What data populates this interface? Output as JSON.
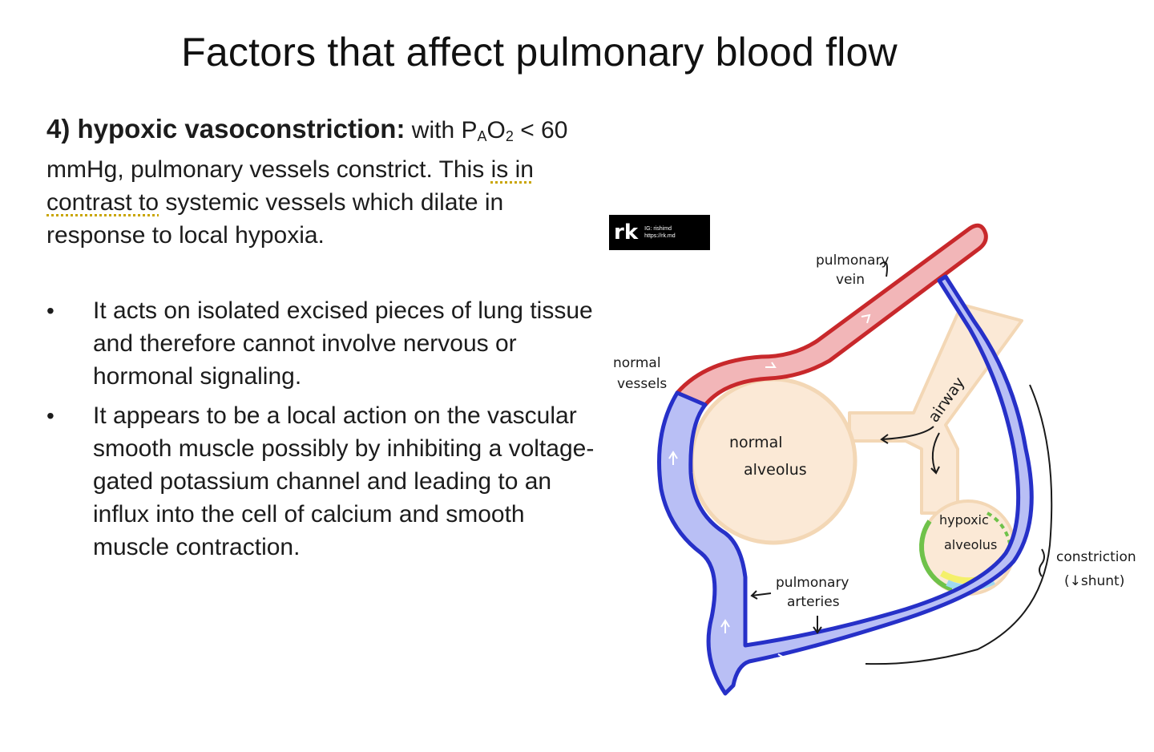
{
  "slide": {
    "title": "Factors that affect pulmonary blood flow",
    "lead": {
      "heading": "4) hypoxic vasoconstriction:",
      "part1": "with P",
      "sub_a": "A",
      "part2": "O",
      "sub_2": "2",
      "part3": " < 60 mmHg, pulmonary vessels constrict. This",
      "underlined": "is in contrast to",
      "part4": " systemic vessels which dilate in response to local hypoxia."
    },
    "bullets": [
      "It acts on isolated excised pieces of lung tissue and therefore cannot involve nervous or hormonal signaling.",
      " It appears to be a local action on the vascular smooth muscle possibly by inhibiting a voltage-gated potassium channel and leading to an influx into the cell of  calcium and smooth muscle contraction."
    ]
  },
  "watermark": {
    "logo": "rk",
    "line1": "IG: rishimd",
    "line2": "https://rk.md"
  },
  "diagram": {
    "labels": {
      "pulmonary_vein_1": "pulmonary",
      "pulmonary_vein_2": "vein",
      "normal_vessels_1": "normal",
      "normal_vessels_2": "vessels",
      "airway": "airway",
      "normal_alveolus_1": "normal",
      "normal_alveolus_2": "alveolus",
      "hypoxic_alveolus_1": "hypoxic",
      "hypoxic_alveolus_2": "alveolus",
      "pulmonary_arteries_1": "pulmonary",
      "pulmonary_arteries_2": "arteries",
      "constriction_1": "constriction",
      "constriction_2": "(↓shunt)"
    },
    "colors": {
      "vein_fill": "#f2b6b8",
      "vein_stroke": "#c8282b",
      "artery_fill": "#b9bff5",
      "artery_stroke": "#2630c8",
      "airway_fill": "#fbe9d6",
      "airway_stroke": "#f3d7b5",
      "hypoxic_green": "#6fc24a",
      "hypoxic_yellow": "#f4f06a",
      "hypoxic_blue": "#9fd8f0"
    }
  }
}
